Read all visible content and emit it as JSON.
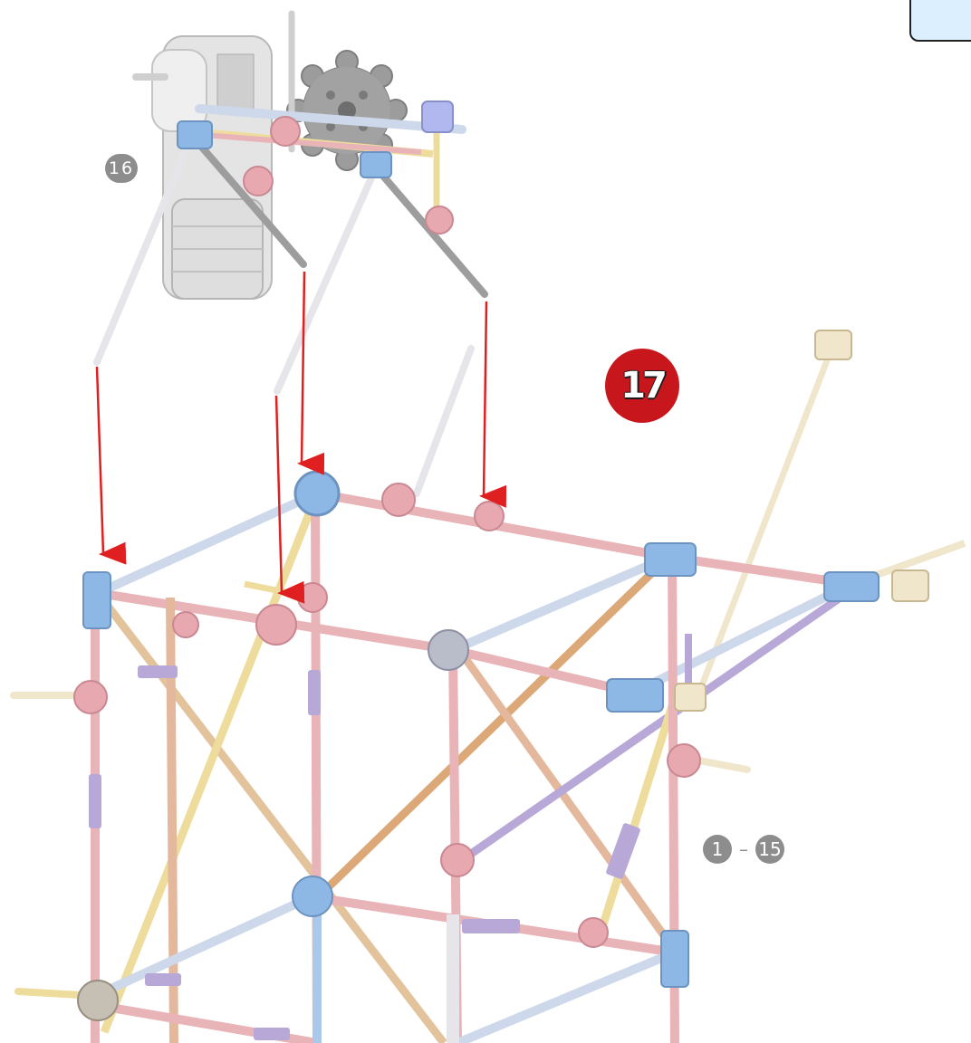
{
  "step_number": "17",
  "sub_assembly_ref": "16",
  "reference_range": {
    "from": "1",
    "separator": "–",
    "to": "15"
  },
  "colors": {
    "step_badge": "#c8171c",
    "ref_badge": "#8d8d8d",
    "arrow": "#e02020",
    "rod_pink": "#e8b4b8",
    "rod_yellow": "#eedc9c",
    "rod_blue": "#a9c8ea",
    "rod_purple": "#b8a8d8",
    "rod_white": "#e6e6ea",
    "connector_blue": "#8db8e6",
    "connector_pink": "#e8a8b0",
    "motor_grey": "#d6d6d6",
    "gear_grey": "#9a9a9a",
    "corner_tab": "#dcefff"
  },
  "icons": [
    "motor-icon",
    "gear-icon",
    "down-arrow-icon"
  ]
}
